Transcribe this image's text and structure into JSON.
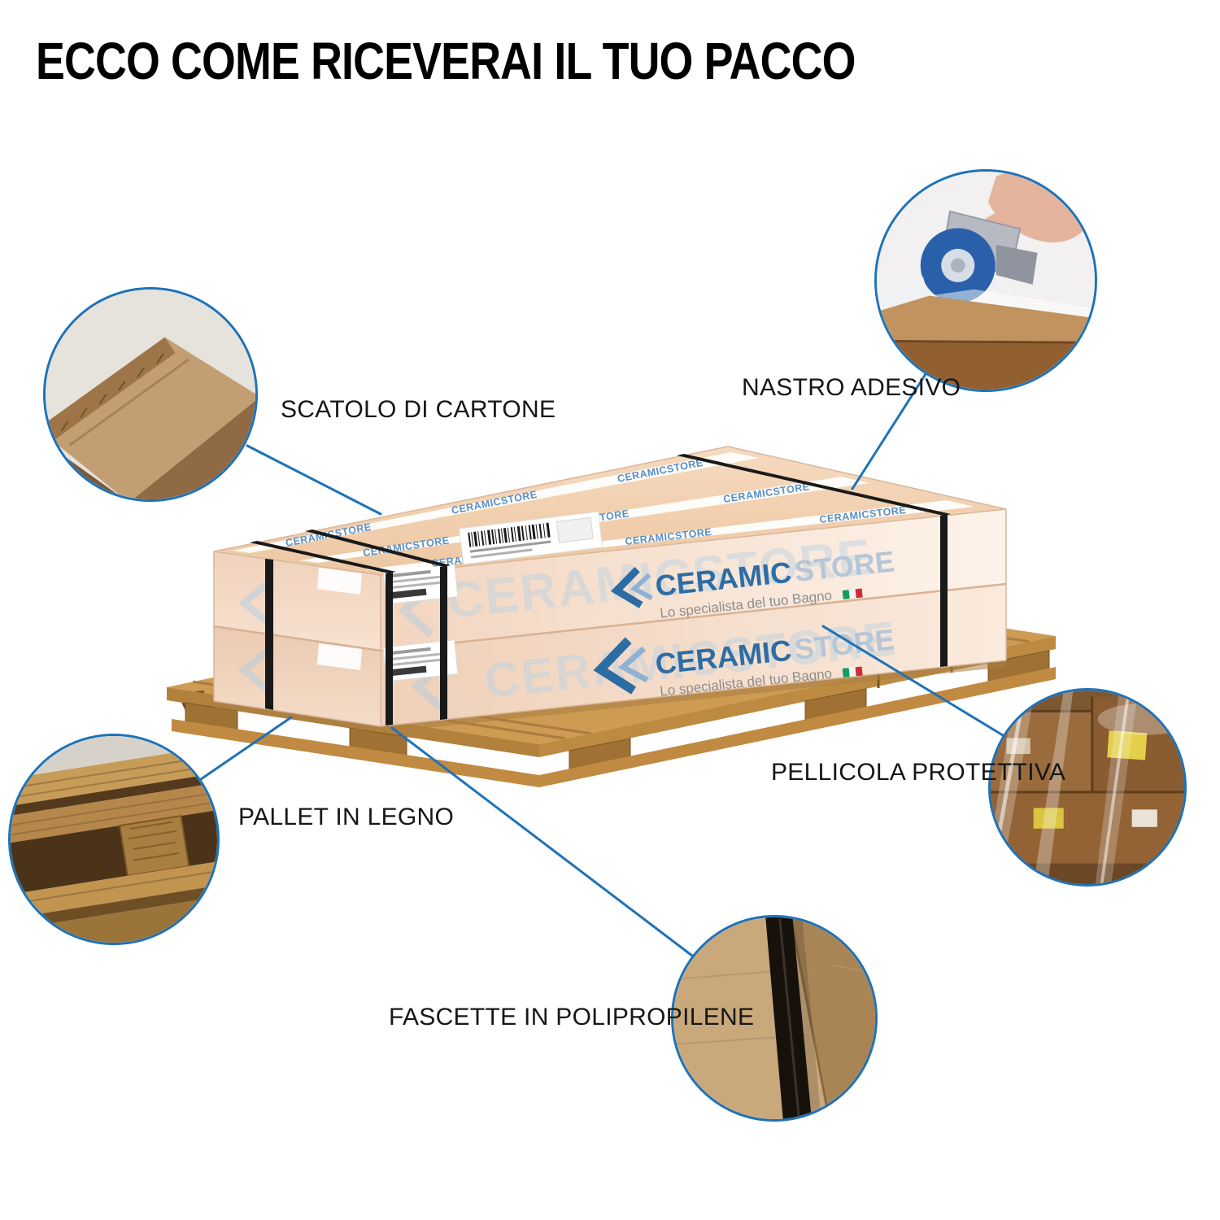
{
  "title": "ECCO COME RICEVERAI IL TUO PACCO",
  "callouts": {
    "scatolo": {
      "label": "SCATOLO DI CARTONE",
      "icon": "cardboard-box-photo"
    },
    "nastro": {
      "label": "NASTRO ADESIVO",
      "icon": "tape-dispenser-photo"
    },
    "pallet": {
      "label": "PALLET IN LEGNO",
      "icon": "wooden-pallet-photo"
    },
    "pellicola": {
      "label": "PELLICOLA PROTETTIVA",
      "icon": "shrink-wrap-photo"
    },
    "fascette": {
      "label": "FASCETTE IN POLIPROPILENE",
      "icon": "strap-photo"
    }
  },
  "package": {
    "brand": "CERAMIC",
    "brand_suffix": "STORE",
    "tagline": "Lo specialista del tuo Bagno",
    "tape_text": "CERAMICSTORE",
    "watermark": "CERAMICSTORE"
  },
  "colors": {
    "accent_blue": "#1d72b8",
    "brand_blue": "#2b6ca3",
    "brand_light_blue": "#b5c6d6",
    "box_face": "#f6dcc8",
    "box_top": "#f0cfae",
    "wood": "#cd9b52",
    "strap_black": "#191919"
  }
}
